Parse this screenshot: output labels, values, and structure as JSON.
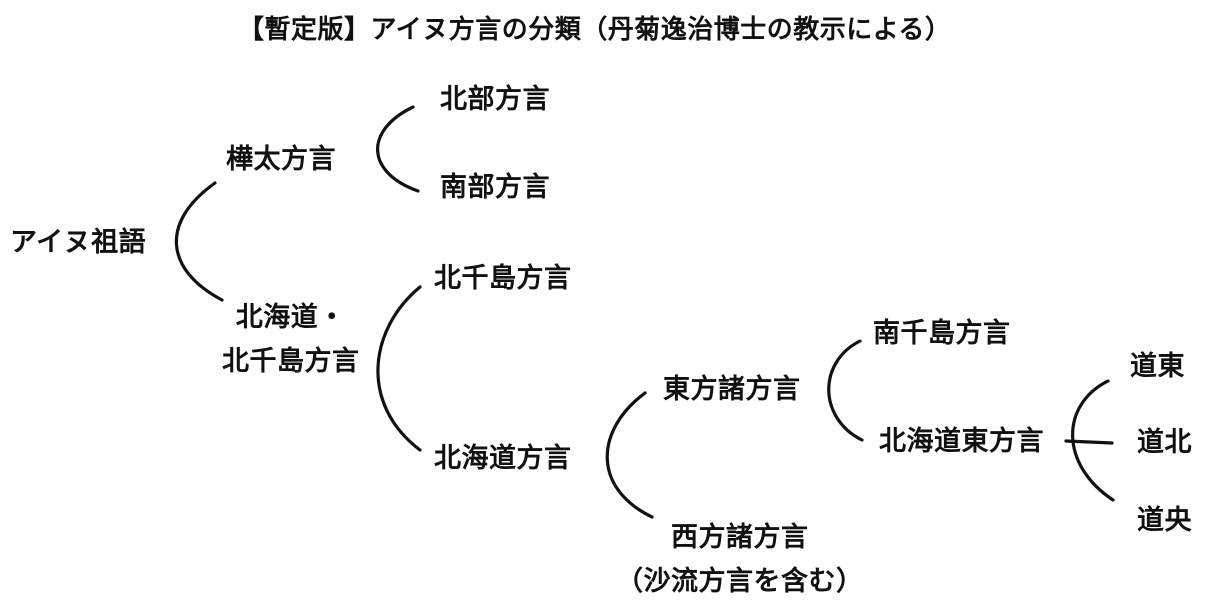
{
  "title": "【暫定版】アイヌ方言の分類（丹菊逸治博士の教示による）",
  "nodes": {
    "root": "アイヌ祖語",
    "sakhalin": "樺太方言",
    "sakhalin_north": "北部方言",
    "sakhalin_south": "南部方言",
    "hokkaido_kuril_line1": "北海道・",
    "hokkaido_kuril_line2": "北千島方言",
    "north_kuril": "北千島方言",
    "hokkaido": "北海道方言",
    "east_group": "東方諸方言",
    "west_group": "西方諸方言",
    "west_group_note": "（沙流方言を含む）",
    "south_kuril": "南千島方言",
    "hokkaido_east": "北海道東方言",
    "doto": "道東",
    "dohoku": "道北",
    "doo": "道央"
  },
  "colors": {
    "ink": "#111111",
    "background": "#ffffff"
  }
}
